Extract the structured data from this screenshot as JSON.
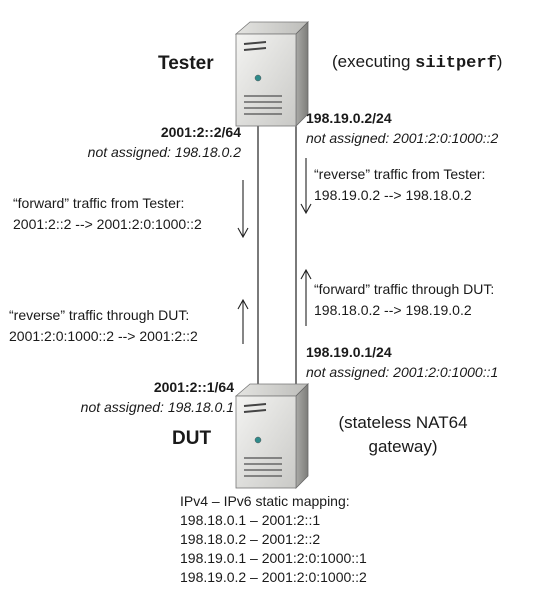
{
  "tester": {
    "label": "Tester",
    "exec_prefix": "(executing ",
    "exec_cmd": "siitperf",
    "exec_suffix": ")"
  },
  "dut": {
    "label": "DUT",
    "desc_line1": "(stateless NAT64",
    "desc_line2": "gateway)"
  },
  "tester_left_if": {
    "addr": "2001:2::2/64",
    "note": "not assigned: 198.18.0.2"
  },
  "tester_right_if": {
    "addr": "198.19.0.2/24",
    "note": "not  assigned: 2001:2:0:1000::2"
  },
  "dut_left_if": {
    "addr": "2001:2::1/64",
    "note": "not assigned: 198.18.0.1"
  },
  "dut_right_if": {
    "addr": "198.19.0.1/24",
    "note": "not  assigned: 2001:2:0:1000::1"
  },
  "traffic": {
    "forward_tester": {
      "line1": "“forward”  traffic from Tester:",
      "line2": "2001:2::2 --> 2001:2:0:1000::2"
    },
    "reverse_tester": {
      "line1": "“reverse” traffic from Tester:",
      "line2": "198.19.0.2 --> 198.18.0.2"
    },
    "forward_dut": {
      "line1": "“forward” traffic through DUT:",
      "line2": "198.18.0.2 --> 198.19.0.2"
    },
    "reverse_dut": {
      "line1": "“reverse” traffic through DUT:",
      "line2": "2001:2:0:1000::2 --> 2001:2::2"
    }
  },
  "mapping": {
    "title": "IPv4 – IPv6 static mapping:",
    "rows": [
      "198.18.0.1 – 2001:2::1",
      "198.18.0.2 – 2001:2::2",
      "198.19.0.1 – 2001:2:0:1000::1",
      "198.19.0.2 – 2001:2:0:1000::2"
    ]
  },
  "colors": {
    "server_light": "#ededed",
    "server_dark": "#8a8a88",
    "line": "#222222",
    "led": "#2e8b8b"
  }
}
